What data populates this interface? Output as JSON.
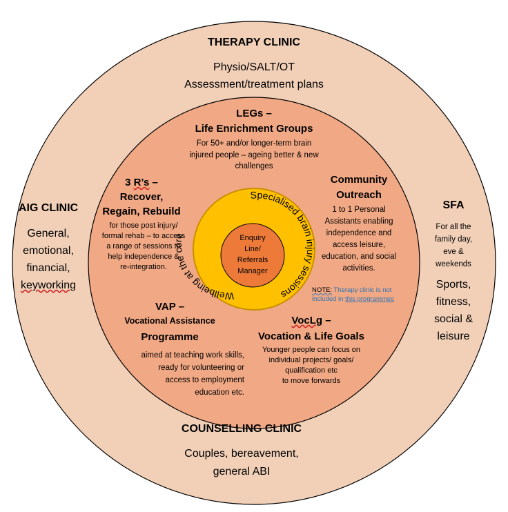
{
  "colors": {
    "outer": "#f2d0b8",
    "middle": "#f1a884",
    "gold": "#ffc000",
    "gold_border": "#c89000",
    "inner": "#ee7a3a",
    "stroke": "#000000",
    "note": "#2e75b6"
  },
  "outer_ring": {
    "therapy": {
      "title": "THERAPY CLINIC",
      "line1": "Physio/SALT/OT",
      "line2": "Assessment/treatment plans"
    },
    "aig": {
      "title": "AIG CLINIC",
      "lines": [
        "General,",
        "emotional,",
        "financial,",
        "keyworking"
      ]
    },
    "sfa": {
      "title": "SFA",
      "desc": [
        "For all the",
        "family day,",
        "eve &",
        "weekends"
      ],
      "lines": [
        "Sports,",
        "fitness,",
        "social &",
        "leisure"
      ]
    },
    "counselling": {
      "title": "COUNSELLING CLINIC",
      "line1": "Couples, bereavement,",
      "line2": "general ABI"
    }
  },
  "middle_ring": {
    "legs": {
      "title1": "LEGs –",
      "title2": "Life Enrichment Groups",
      "desc": [
        "For 50+ and/or longer-term brain",
        "injured people – ageing better & new",
        "challenges"
      ]
    },
    "threers": {
      "title_num": "3",
      "title_rs": "R’s",
      "title_dash": " –",
      "title2": "Recover,",
      "title3": "Regain, Rebuild",
      "desc": [
        "for those post injury/",
        "formal rehab – to access",
        "a range of sessions to",
        "help independence &",
        "re-integration."
      ]
    },
    "community": {
      "title1": "Community",
      "title2": "Outreach",
      "desc": [
        "1 to 1 Personal",
        "Assistants enabling",
        "independence and",
        "access leisure,",
        "education, and social",
        "activities."
      ]
    },
    "note": {
      "label": "NOTE:",
      "text1": " Therapy clinic is not",
      "text2": "included in ",
      "link": "this programmes"
    },
    "vap": {
      "title1": "VAP –",
      "title2": "Vocational Assistance",
      "title3": "Programme",
      "desc": [
        "aimed at teaching work skills,",
        "ready for volunteering or",
        "access to employment",
        "education etc."
      ]
    },
    "voclg": {
      "title1_a": "VocLg",
      "title1_b": " –",
      "title2": "Vocation & Life Goals",
      "desc": [
        "Younger people can focus on",
        "individual projects/ goals/",
        "qualification etc",
        "to move forwards"
      ]
    }
  },
  "gold_ring": {
    "left_text": "Wellbeing at the core",
    "right_text": "Specialised brain injury sessions"
  },
  "center": {
    "lines": [
      "Enquiry",
      "Line/",
      "Referrals",
      "Manager"
    ]
  }
}
